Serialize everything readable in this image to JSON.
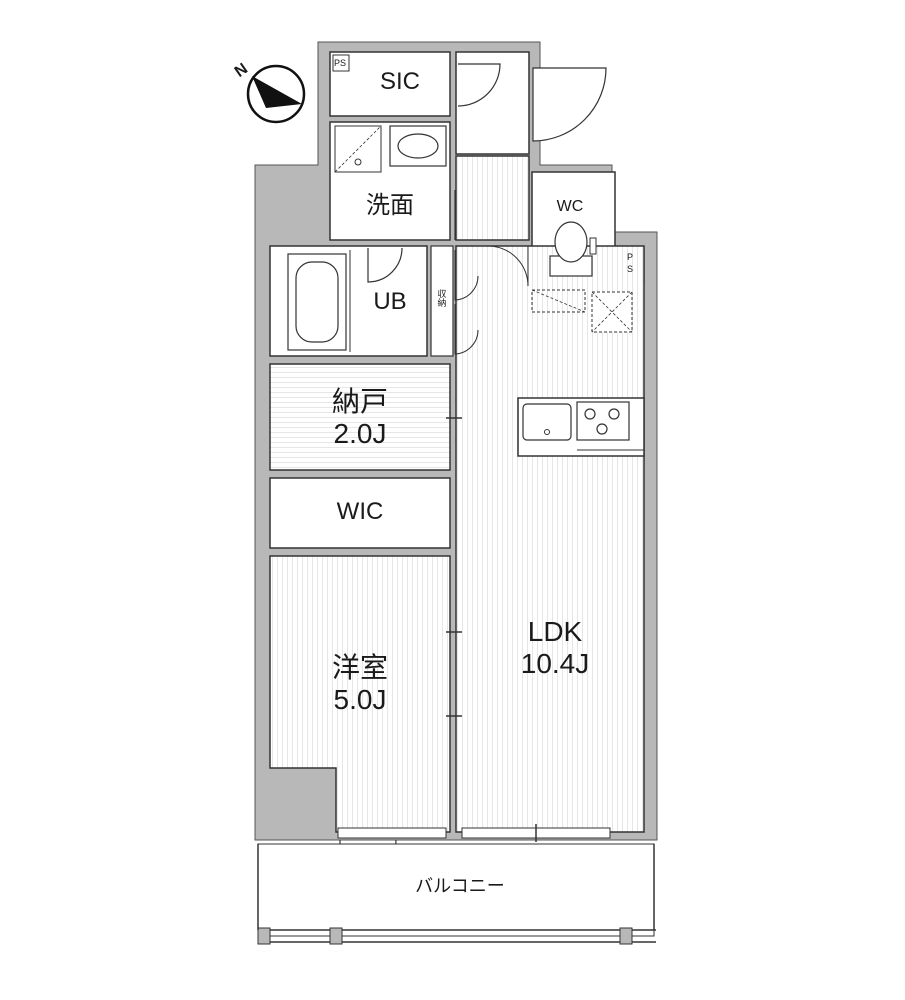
{
  "rooms": {
    "sic": "SIC",
    "wash": "洗面",
    "ub": "UB",
    "wc": "WC",
    "storage_small": "収納",
    "nando": {
      "name": "納戸",
      "size": "2.0J"
    },
    "wic": "WIC",
    "western": {
      "name": "洋室",
      "size": "5.0J"
    },
    "ldk": {
      "name": "LDK",
      "size": "10.4J"
    },
    "balcony": "バルコニー"
  },
  "ps_labels": {
    "ps_top": "PS",
    "ps_right_1": "P",
    "ps_right_2": "S"
  },
  "compass": {
    "letter": "N",
    "icon": "north-arrow-icon"
  },
  "colors": {
    "wall": "#b8b8b8",
    "line": "#333333",
    "floor_stripe": "#e6e6e6"
  }
}
